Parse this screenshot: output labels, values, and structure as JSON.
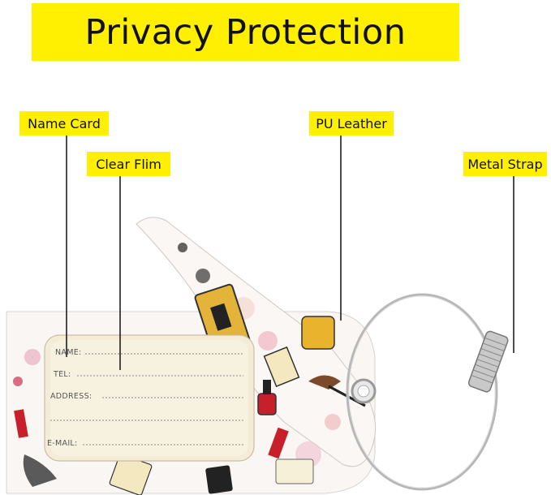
{
  "banner": {
    "text": "Privacy Protection"
  },
  "callouts": {
    "name_card": "Name Card",
    "clear_film": "Clear Flim",
    "pu_leather": "PU Leather",
    "metal_strap": "Metal Strap"
  },
  "card_fields": {
    "name": "NAME:",
    "tel": "TEL:",
    "address": "ADDRESS:",
    "email": "E-MAIL:"
  },
  "colors": {
    "callout_bg": "#ffef00",
    "leader_line": "#111111",
    "card_bg": "#f4ecd6",
    "leather_bg": "#faf6f3",
    "strap": "#b8b8b8"
  }
}
